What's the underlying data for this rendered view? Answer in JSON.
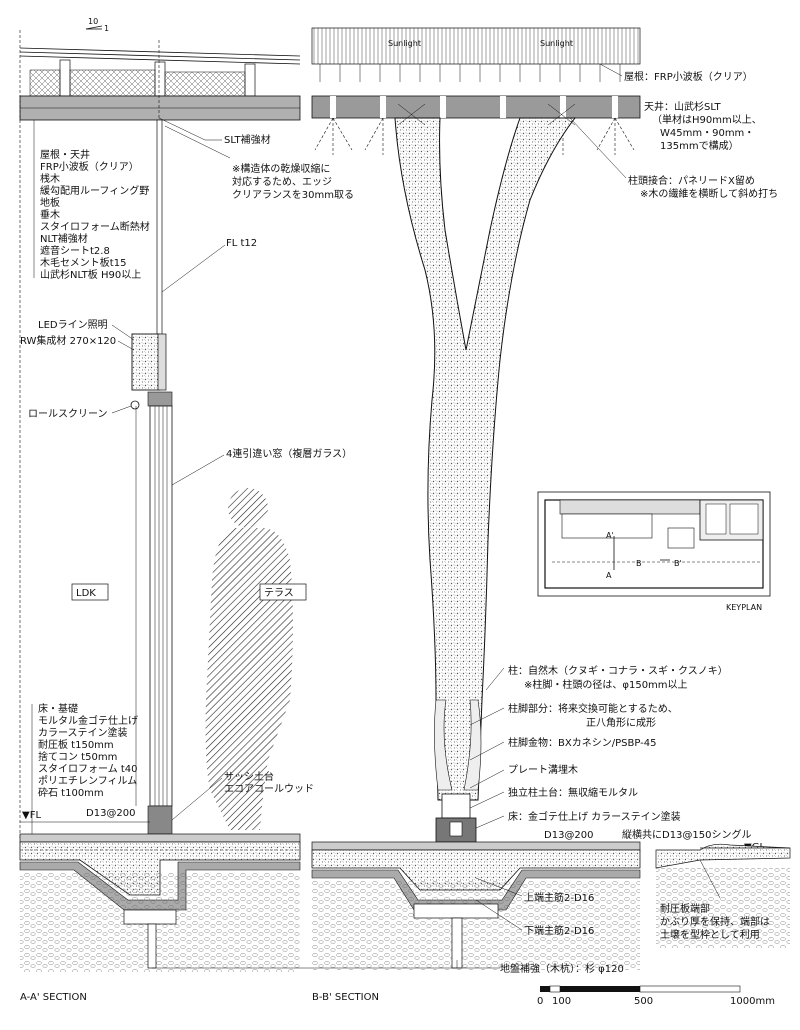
{
  "slope_mark": {
    "run": "10",
    "rise": "1"
  },
  "sunlight": [
    "Sunlight",
    "Sunlight"
  ],
  "left_section": {
    "roof_layers": [
      "屋根・天井",
      "FRP小波板（クリア）",
      "桟木",
      "緩勾配用ルーフィング野",
      "地板",
      "垂木",
      "スタイロフォーム断熱材",
      "NLT補強材",
      "遮音シートt2.8",
      "木毛セメント板t15",
      "山武杉NLT板 H90以上"
    ],
    "slt_reinforcement": "SLT補強材",
    "edge_note": [
      "※構造体の乾燥収縮に",
      "対応するため、エッジ",
      "クリアランスを30mm取る"
    ],
    "fl": "FL t12",
    "led": "LEDライン照明",
    "rw": "RW集成材 270×120",
    "roll_screen": "ロールスクリーン",
    "window": "4連引違い窓（複層ガラス）",
    "room_ldk": "LDK",
    "room_terrace": "テラス",
    "floor_layers": [
      "床・基礎",
      "モルタル金ゴテ仕上げ",
      "カラーステイン塗装",
      "耐圧板 t150mm",
      "捨てコン t50mm",
      "スタイロフォーム t40",
      "ポリエチレンフィルム",
      "砕石 t100mm"
    ],
    "sash_base": [
      "サッシ土台",
      "エコアコールウッド"
    ],
    "fl_mark": "▼FL",
    "rebar": "D13@200",
    "title": "A-A' SECTION"
  },
  "right_section": {
    "roof": "屋根：FRP小波板（クリア）",
    "ceiling": [
      "天井：山武杉SLT",
      "（単材はH90mm以上、",
      "W45mm・90mm・",
      "135mmで構成）"
    ],
    "column_head": [
      "柱頭接合：パネリードX留め",
      "※木の繊維を横断して斜め打ち"
    ],
    "column": [
      "柱：自然木（クヌギ・コナラ・スギ・クスノキ）",
      "※柱脚・柱頭の径は、φ150mm以上"
    ],
    "column_base": [
      "柱脚部分：将来交換可能とするため、",
      "正八角形に成形"
    ],
    "base_hardware": "柱脚金物：BXカネシン/PSBP-45",
    "plate_wood": "プレート溝埋木",
    "footing": "独立柱土台：無収縮モルタル",
    "floor": "床：金ゴテ仕上げ カラーステイン塗装",
    "rebar_left": "D13@200",
    "rebar_right": "縦横共にD13@150シングル",
    "top_bar": "上端主筋2-D16",
    "bottom_bar": "下端主筋2-D16",
    "gl_mark": "▼GL",
    "pressure_edge": [
      "耐圧板端部",
      "かぶり厚を保持、端部は",
      "土壌を型枠として利用"
    ],
    "ground_reinforce": "地盤補強（木杭）：杉 φ120",
    "title": "B-B' SECTION"
  },
  "keyplan": {
    "title": "KEYPLAN",
    "marks": [
      "A'",
      "A",
      "B",
      "B'"
    ]
  },
  "scale_bar": {
    "labels": [
      "0",
      "100",
      "500",
      "1000mm"
    ]
  }
}
